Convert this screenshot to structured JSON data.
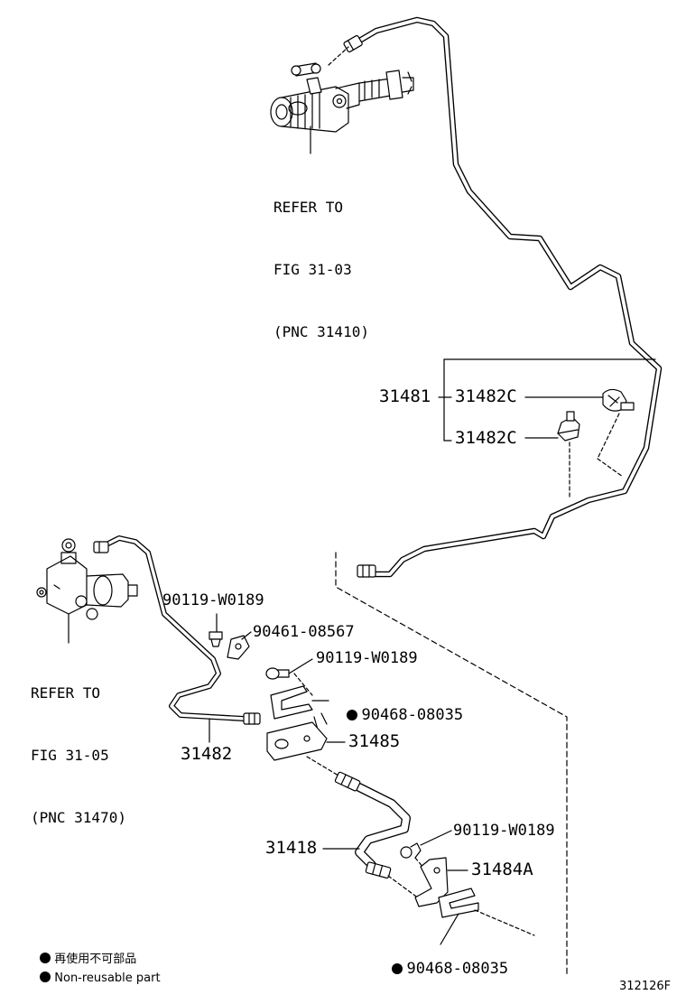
{
  "references": {
    "upper": [
      "REFER TO",
      "FIG 31-03",
      "(PNC 31410)"
    ],
    "lower": [
      "REFER TO",
      "FIG 31-05",
      "(PNC 31470)"
    ]
  },
  "parts": {
    "p31481": "31481",
    "p31482C_a": "31482C",
    "p31482C_b": "31482C",
    "p90119_a": "90119-W0189",
    "p90461": "90461-08567",
    "p90119_b": "90119-W0189",
    "p90468_a": "90468-08035",
    "p31485": "31485",
    "p31482": "31482",
    "p90119_c": "90119-W0189",
    "p31418": "31418",
    "p31484A": "31484A",
    "p90468_b": "90468-08035"
  },
  "legend": {
    "jp": "再使用不可部品",
    "en": "Non-reusable part"
  },
  "figure_code": "312126F"
}
